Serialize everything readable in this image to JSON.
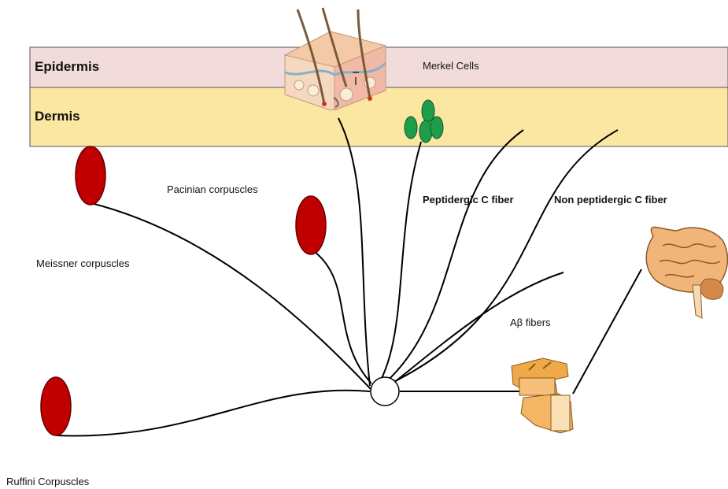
{
  "layers": {
    "epidermis": "Epidermis",
    "dermis": "Dermis"
  },
  "labels": {
    "merkel_cells": "Merkel Cells",
    "pacinian": "Pacinian corpuscles",
    "meissner": "Meissner corpuscles",
    "ruffini": "Ruffini Corpuscles",
    "peptidergic": "Peptidergic C fiber",
    "non_peptidergic": "Non peptidergic C fiber",
    "abeta": "Aβ fibers"
  },
  "colors": {
    "epidermis_fill": "#f2dcdb",
    "dermis_fill": "#fbe6a2",
    "corpuscle_red": "#c00000",
    "merkel_green": "#1e9e4a",
    "fiber": "#000000"
  },
  "icons": [
    "skin-cross-section-icon",
    "spine-vertebra-icon",
    "brain-icon"
  ]
}
